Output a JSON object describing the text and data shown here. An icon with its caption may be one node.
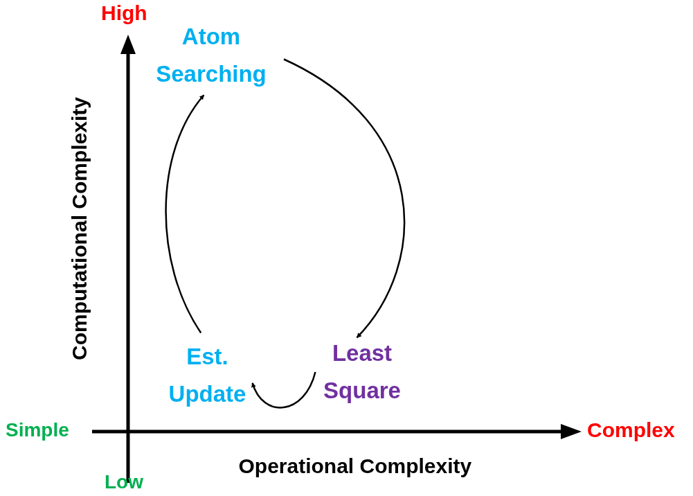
{
  "diagram": {
    "nodes": [
      {
        "text": [
          "Atom Searching"
        ]
      },
      {
        "text": [
          "Least Square"
        ]
      },
      {
        "text": [
          "Est. Update"
        ]
      }
    ],
    "edges": [
      {
        "from": 0,
        "to": 1,
        "arrow": "to"
      },
      {
        "from": 1,
        "to": 2,
        "arrow": "to"
      },
      {
        "from": 2,
        "to": 0,
        "arrow": "to"
      }
    ],
    "labels": [
      "High",
      "Computational Complexity",
      "Simple",
      "Complex",
      "Operational Complexity",
      "Low"
    ]
  }
}
